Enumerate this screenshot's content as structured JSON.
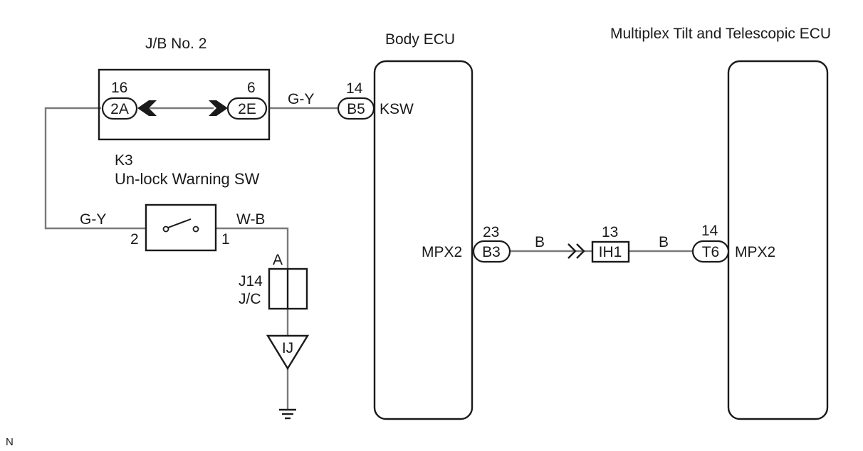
{
  "components": {
    "jb2": {
      "title": "J/B No. 2",
      "pin_left": {
        "num": "16",
        "conn": "2A"
      },
      "pin_right": {
        "num": "6",
        "conn": "2E"
      }
    },
    "body_ecu": {
      "title": "Body ECU",
      "pin_ksw": {
        "num": "14",
        "conn": "B5",
        "signal": "KSW"
      },
      "pin_mpx": {
        "num": "23",
        "conn": "B3",
        "signal": "MPX2"
      }
    },
    "tilt_ecu": {
      "title": "Multiplex Tilt and Telescopic ECU",
      "pin_mpx": {
        "num": "14",
        "conn": "T6",
        "signal": "MPX2"
      }
    },
    "switch": {
      "code": "K3",
      "name": "Un-lock Warning SW",
      "pin_left": "2",
      "pin_right": "1"
    },
    "junction": {
      "pin": "A",
      "code": "J14",
      "name": "J/C"
    },
    "ground": {
      "label": "IJ"
    },
    "inline": {
      "num": "13",
      "conn": "IH1"
    }
  },
  "wires": {
    "jb_to_ecu": "G-Y",
    "jb_to_switch": "G-Y",
    "switch_to_jc": "W-B",
    "ecu_to_inline": "B",
    "inline_to_tilt": "B"
  },
  "footer": {
    "mark": "N"
  }
}
